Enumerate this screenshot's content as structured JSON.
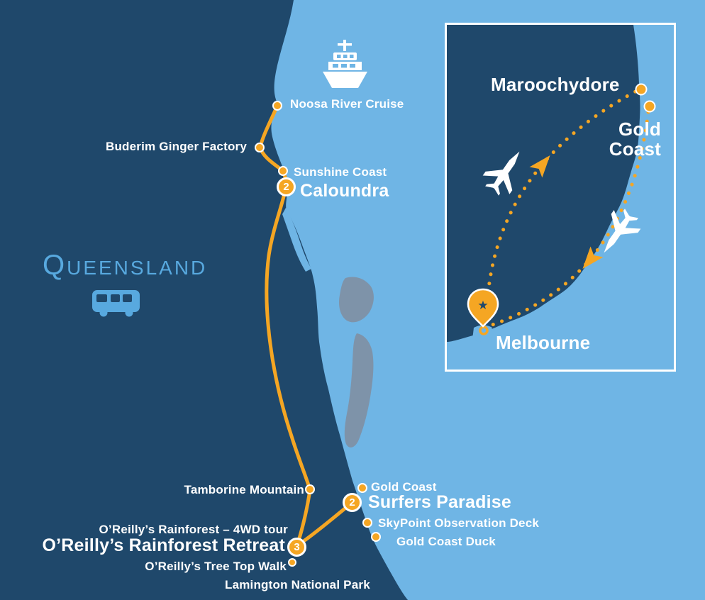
{
  "colors": {
    "ocean": "#6FB5E5",
    "land": "#1F486B",
    "islands": "#7E93A9",
    "route": "#F5A623",
    "labels": "#FFFFFF",
    "region_label": "#58A9DF"
  },
  "region_label": "Queensland",
  "main_map": {
    "stops": [
      {
        "id": "noosa-river-cruise",
        "label": "Noosa River Cruise"
      },
      {
        "id": "buderim-ginger-factory",
        "label": "Buderim Ginger Factory"
      },
      {
        "id": "sunshine-coast",
        "label": "Sunshine Coast"
      },
      {
        "id": "caloundra",
        "label": "Caloundra",
        "nights": "2"
      },
      {
        "id": "tamborine-mountain",
        "label": "Tamborine Mountain"
      },
      {
        "id": "gold-coast",
        "label": "Gold Coast"
      },
      {
        "id": "surfers-paradise",
        "label": "Surfers Paradise",
        "nights": "2"
      },
      {
        "id": "skypoint-observation-deck",
        "label": "SkyPoint Observation Deck"
      },
      {
        "id": "gold-coast-duck",
        "label": "Gold Coast Duck"
      },
      {
        "id": "oreillys-rainforest-4wd-tour",
        "label": "O’Reilly’s Rainforest – 4WD tour"
      },
      {
        "id": "oreillys-rainforest-retreat",
        "label": "O’Reilly’s Rainforest Retreat",
        "nights": "3"
      },
      {
        "id": "oreillys-tree-top-walk",
        "label": "O’Reilly’s Tree Top Walk"
      },
      {
        "id": "lamington-national-park",
        "label": "Lamington National Park"
      }
    ]
  },
  "inset": {
    "cities": [
      {
        "id": "maroochydore",
        "label": "Maroochydore"
      },
      {
        "id": "gold-coast",
        "label": "Gold Coast"
      },
      {
        "id": "melbourne",
        "label": "Melbourne"
      }
    ]
  },
  "icons": {
    "location_pin_star": "★"
  }
}
